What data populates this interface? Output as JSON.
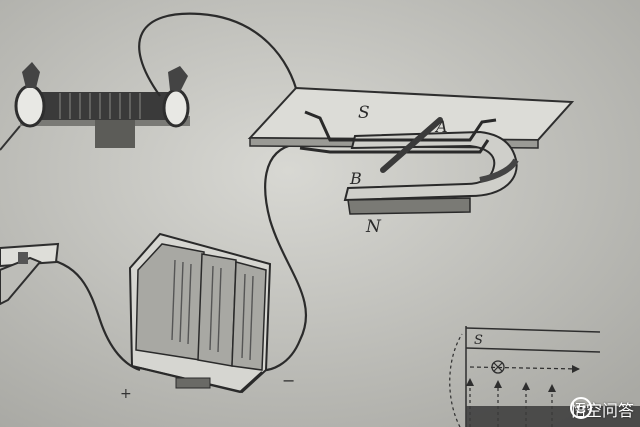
{
  "diagram": {
    "magnet_labels": {
      "S": "S",
      "N": "N"
    },
    "rod_labels": {
      "A": "A",
      "B": "B"
    },
    "battery_terminals": {
      "positive": "+",
      "negative": "−"
    },
    "inset_label": "S"
  },
  "watermark": {
    "text": "悟空问答"
  }
}
